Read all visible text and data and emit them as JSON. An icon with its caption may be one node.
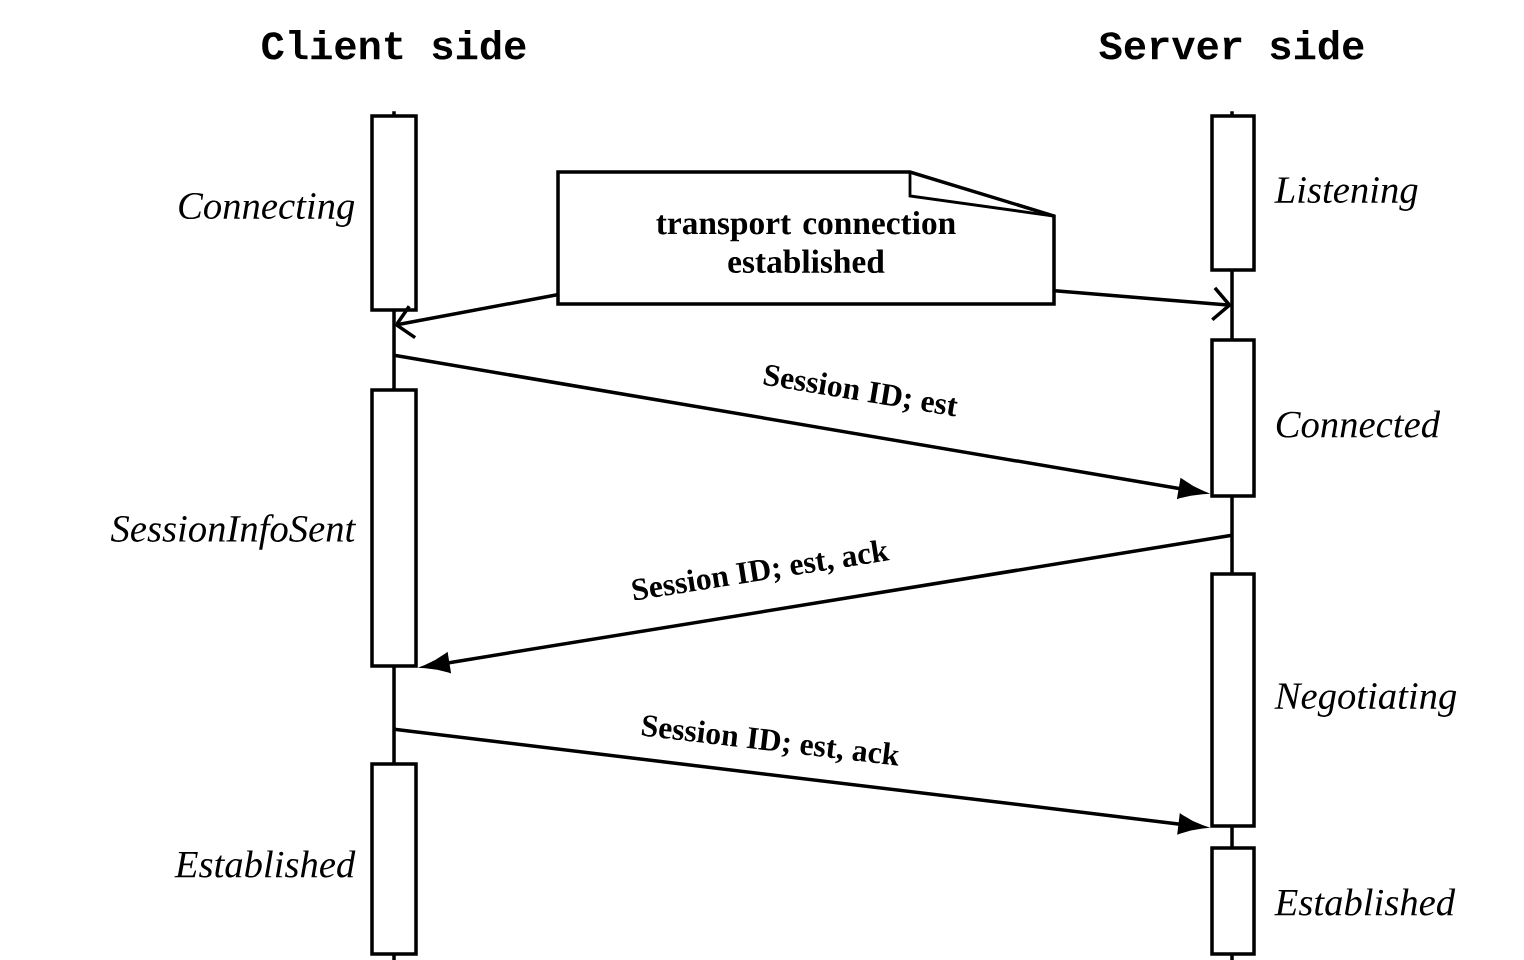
{
  "diagram": {
    "nodes": [
      {
        "text": [],
        "shape": "line"
      },
      {
        "text": [],
        "shape": "bar",
        "beside": [
          "Connecting"
        ]
      },
      {
        "text": [],
        "shape": "bar",
        "beside": [
          "SessionInfoSent"
        ]
      },
      {
        "text": [],
        "shape": "bar",
        "beside": [
          "Established"
        ]
      },
      {
        "text": [
          "transport connection established"
        ]
      },
      {
        "text": [],
        "shape": "line"
      },
      {
        "text": [],
        "shape": "bar",
        "beside": [
          "Listening"
        ]
      },
      {
        "text": [],
        "shape": "bar",
        "beside": [
          "Connected"
        ]
      },
      {
        "text": [],
        "shape": "bar",
        "beside": [
          "Negotiating"
        ]
      },
      {
        "text": [],
        "shape": "bar",
        "beside": [
          "Established"
        ]
      }
    ],
    "labels": [
      "Client side",
      "Server side"
    ],
    "edges": [
      {
        "from": 4,
        "to": 0,
        "arrow": "to"
      },
      {
        "from": 4,
        "to": 5,
        "arrow": "to"
      },
      {
        "from": 0,
        "to": 7,
        "arrow": "to",
        "label": "Session ID; est"
      },
      {
        "from": 5,
        "to": 2,
        "arrow": "to",
        "label": "Session ID; est, ack"
      },
      {
        "from": 0,
        "to": 8,
        "arrow": "to",
        "label": "Session ID; est, ack"
      }
    ]
  }
}
